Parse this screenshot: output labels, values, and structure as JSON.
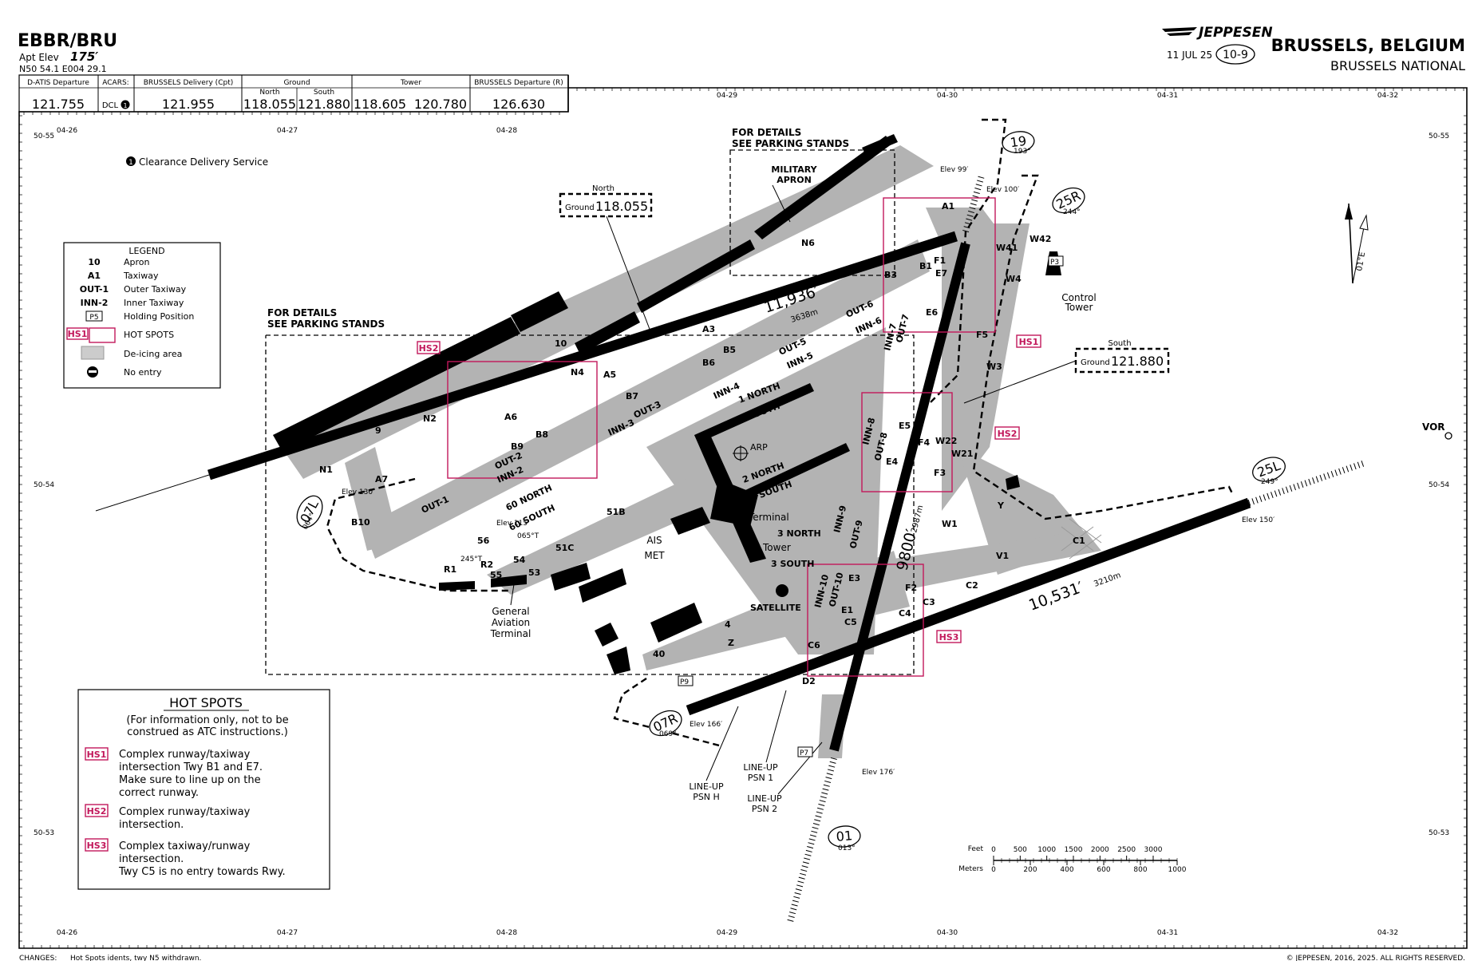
{
  "header": {
    "icao": "EBBR/BRU",
    "apt_elev_label": "Apt Elev",
    "apt_elev_value": "175′",
    "coords": "N50 54.1  E004 29.1",
    "brand": "JEPPESEN",
    "date": "11 JUL 25",
    "chart_number": "10-9",
    "city": "BRUSSELS, BELGIUM",
    "airport_name": "BRUSSELS NATIONAL"
  },
  "comms": [
    {
      "title": "D-ATIS Departure",
      "values": [
        "121.755"
      ]
    },
    {
      "title": "ACARS:",
      "values": [
        "DCL"
      ]
    },
    {
      "title": "BRUSSELS Delivery (Cpt)",
      "values": [
        "121.955"
      ]
    },
    {
      "title": "Ground",
      "sub": [
        "North",
        "South"
      ],
      "values": [
        "118.055",
        "121.880"
      ]
    },
    {
      "title": "Tower",
      "values": [
        "118.605",
        "120.780"
      ]
    },
    {
      "title": "BRUSSELS Departure (R)",
      "values": [
        "126.630"
      ]
    }
  ],
  "clearance_note": "Clearance Delivery Service",
  "grid": {
    "top_lon": [
      "04-29",
      "04-30",
      "04-31",
      "04-32"
    ],
    "inner_lon": [
      "04-26",
      "04-27",
      "04-28"
    ],
    "bottom_lon": [
      "04-26",
      "04-27",
      "04-28",
      "04-29",
      "04-30",
      "04-31",
      "04-32"
    ],
    "lat": [
      "50-55",
      "50-54",
      "50-53"
    ]
  },
  "legend": {
    "title": "LEGEND",
    "items": [
      {
        "key": "10",
        "text": "Apron"
      },
      {
        "key": "A1",
        "text": "Taxiway"
      },
      {
        "key": "OUT-1",
        "text": "Outer Taxiway"
      },
      {
        "key": "INN-2",
        "text": "Inner Taxiway"
      },
      {
        "key": "P5",
        "text": "Holding Position"
      },
      {
        "key": "HS1",
        "text": "HOT SPOTS"
      },
      {
        "key": "",
        "text": "De-icing area"
      },
      {
        "key": "",
        "text": "No entry"
      }
    ]
  },
  "hotspots": {
    "title": "HOT SPOTS",
    "note1": "(For information only, not to be",
    "note2": "construed as ATC instructions.)",
    "items": [
      {
        "id": "HS1",
        "lines": [
          "Complex runway/taxiway",
          "intersection Twy B1 and E7.",
          "Make sure to line up on the",
          "correct runway."
        ]
      },
      {
        "id": "HS2",
        "lines": [
          "Complex runway/taxiway",
          "intersection."
        ]
      },
      {
        "id": "HS3",
        "lines": [
          "Complex taxiway/runway",
          "intersection.",
          "Twy C5 is no entry towards Rwy."
        ]
      }
    ]
  },
  "ground_boxes": {
    "north": {
      "label": "North",
      "prefix": "Ground",
      "freq": "118.055"
    },
    "south": {
      "label": "South",
      "prefix": "Ground",
      "freq": "121.880"
    }
  },
  "details_note_1": [
    "FOR DETAILS",
    "SEE PARKING STANDS"
  ],
  "details_note_2": [
    "FOR DETAILS",
    "SEE PARKING STANDS"
  ],
  "runways": [
    {
      "id": "07L",
      "hdg": "064°",
      "elev": "Elev 130′"
    },
    {
      "id": "25R",
      "hdg": "244°"
    },
    {
      "id": "07R",
      "hdg": "069°",
      "elev": "Elev 166′"
    },
    {
      "id": "25L",
      "hdg": "249°",
      "elev": "Elev 150′"
    },
    {
      "id": "01",
      "hdg": "013°",
      "elev": "Elev 176′"
    },
    {
      "id": "19",
      "hdg": "193°",
      "elev": "Elev 99′"
    }
  ],
  "runway_lengths": [
    {
      "ft": "11,936′",
      "m": "3638m"
    },
    {
      "ft": "10,531′",
      "m": "3210m"
    },
    {
      "ft": "9800′",
      "m": "2987m"
    }
  ],
  "labels": {
    "military_apron": [
      "MILITARY",
      "APRON"
    ],
    "control_tower": [
      "Control",
      "Tower"
    ],
    "ga_terminal": [
      "General",
      "Aviation",
      "Terminal"
    ],
    "ais_met": [
      "AIS",
      "MET"
    ],
    "terminal": "Terminal",
    "tower": "Tower",
    "satellite": "SATELLITE",
    "arp": "ARP",
    "vor": "VOR",
    "elev_100": "Elev 100′",
    "elev_115": "Elev 115′",
    "hdg_065": "065°T",
    "hdg_245": "245°T",
    "line_up_h": [
      "LINE-UP",
      "PSN H"
    ],
    "line_up_1": [
      "LINE-UP",
      "PSN 1"
    ],
    "line_up_2": [
      "LINE-UP",
      "PSN 2"
    ],
    "var": "01°E"
  },
  "taxiways": [
    "N1",
    "N2",
    "N4",
    "N6",
    "A1",
    "A3",
    "A5",
    "A6",
    "A7",
    "B1",
    "B3",
    "B5",
    "B6",
    "B7",
    "B8",
    "B9",
    "B10",
    "E1",
    "E3",
    "E4",
    "E5",
    "E6",
    "E7",
    "F1",
    "F2",
    "F3",
    "F4",
    "F5",
    "W1",
    "W21",
    "W22",
    "W3",
    "W4",
    "W41",
    "W42",
    "C1",
    "C2",
    "C3",
    "C4",
    "C5",
    "C6",
    "D2",
    "V1",
    "Y",
    "Z",
    "R1",
    "R2",
    "P3",
    "P7",
    "P9"
  ],
  "aprons": [
    "9",
    "10",
    "4",
    "40",
    "51B",
    "51C",
    "53",
    "54",
    "55",
    "56",
    "60 NORTH",
    "60 SOUTH",
    "1 NORTH",
    "1 SOUTH",
    "2 NORTH",
    "2 SOUTH",
    "3 NORTH",
    "3 SOUTH"
  ],
  "routes": [
    "OUT-1",
    "OUT-2",
    "OUT-3",
    "OUT-5",
    "OUT-6",
    "OUT-7",
    "OUT-8",
    "OUT-9",
    "OUT-10",
    "INN-2",
    "INN-3",
    "INN-4",
    "INN-5",
    "INN-6",
    "INN-7",
    "INN-8",
    "INN-9",
    "INN-10"
  ],
  "scale": {
    "feet_label": "Feet",
    "meters_label": "Meters",
    "feet": [
      "0",
      "500",
      "1000",
      "1500",
      "2000",
      "2500",
      "3000"
    ],
    "meters": [
      "0",
      "200",
      "400",
      "600",
      "800",
      "1000"
    ]
  },
  "footer": {
    "changes_label": "CHANGES:",
    "changes_text": "Hot Spots idents, twy N5 withdrawn.",
    "copyright": "© JEPPESEN, 2016, 2025. ALL RIGHTS RESERVED."
  },
  "colors": {
    "hotspot": "#c2185b",
    "paved": "#b3b3b3",
    "runway": "#000000"
  }
}
